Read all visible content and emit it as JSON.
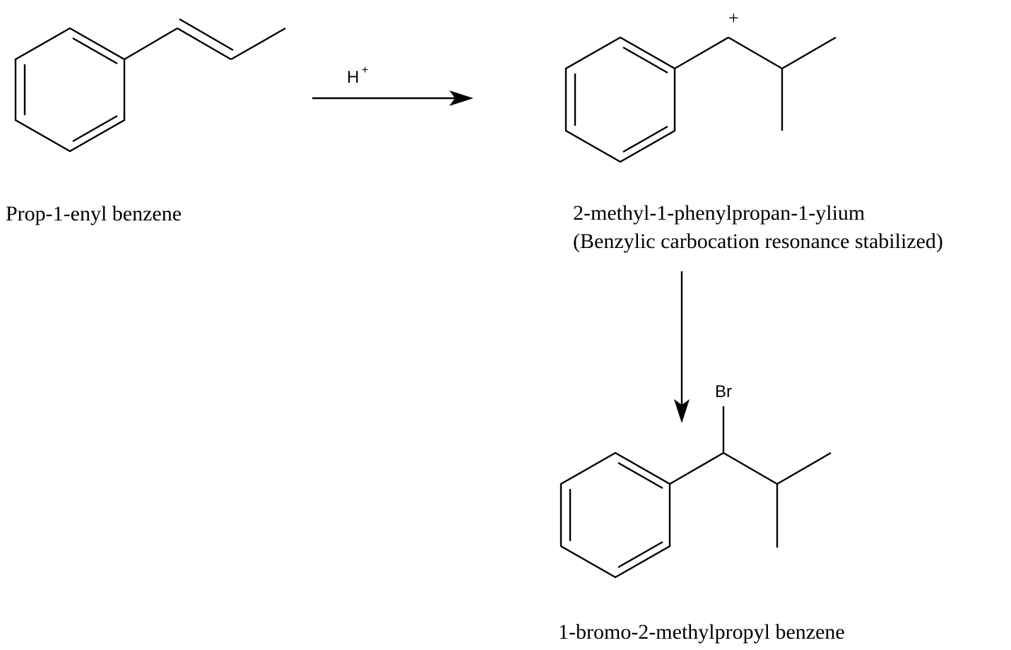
{
  "reagent": {
    "symbol": "H",
    "charge": "+"
  },
  "molecules": [
    {
      "name": "Prop-1-enyl benzene"
    },
    {
      "name_line1": "2-methyl-1-phenylpropan-1-ylium",
      "name_line2": "(Benzylic carbocation resonance stabilized)",
      "charge": "+"
    },
    {
      "name": "1-bromo-2-methylpropyl benzene",
      "substituent": "Br"
    }
  ],
  "colors": {
    "ink": "#000000",
    "background": "#ffffff"
  }
}
